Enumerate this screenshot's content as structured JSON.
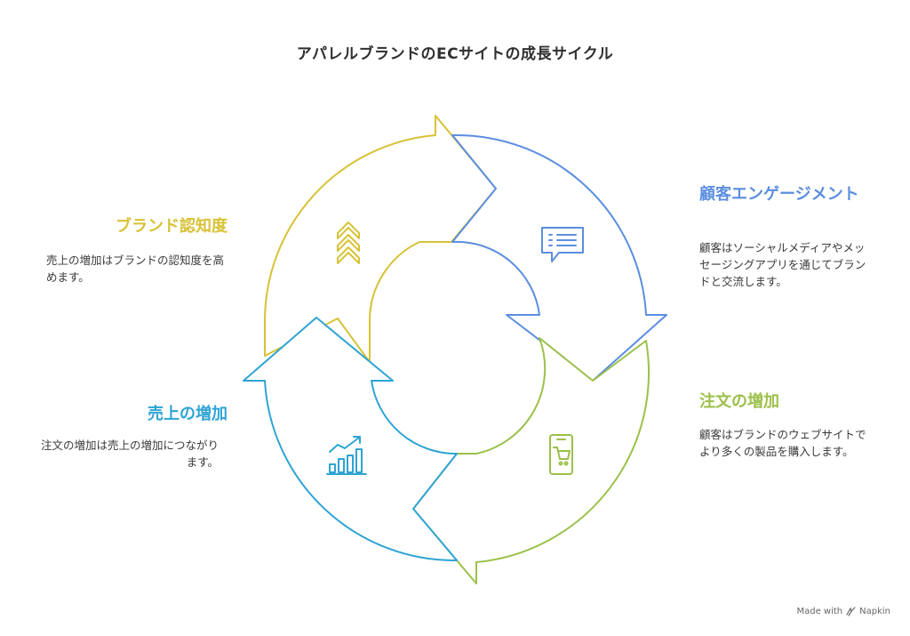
{
  "title": "アパレルブランドのECサイトの成長サイクル",
  "colors": {
    "awareness": "#d8c237",
    "engagement": "#5b8ee0",
    "orders": "#9cc04a",
    "sales": "#2ea4d4"
  },
  "stages": {
    "awareness": {
      "label": "ブランド認知度",
      "description": "売上の増加はブランドの認知度を高めます。",
      "icon": "chevrons-up-icon"
    },
    "engagement": {
      "label": "顧客エンゲージメント",
      "description": "顧客はソーシャルメディアやメッセージングアプリを通じてブランドと交流します。",
      "icon": "chat-bubble-icon"
    },
    "orders": {
      "label": "注文の増加",
      "description": "顧客はブランドのウェブサイトでより多くの製品を購入します。",
      "icon": "mobile-cart-icon"
    },
    "sales": {
      "label": "売上の増加",
      "description": "注文の増加は売上の増加につながります。",
      "icon": "bar-chart-growth-icon"
    }
  },
  "footer": {
    "made_with": "Made with",
    "brand": "Napkin"
  }
}
